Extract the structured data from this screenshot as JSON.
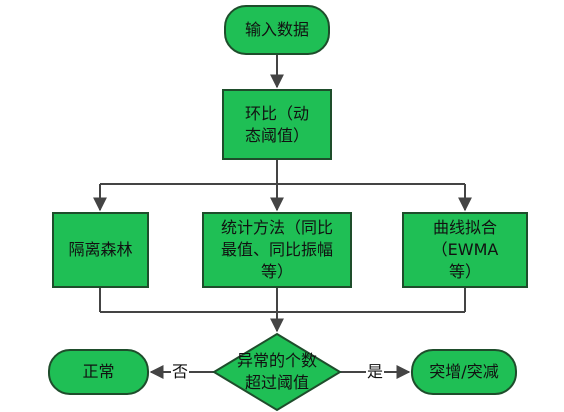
{
  "nodes": {
    "input": "输入数据",
    "ring_ratio": "环比（动\n态阈值）",
    "isolation_forest": "隔离森林",
    "statistics": "统计方法（同比\n最值、同比振幅\n等）",
    "curve_fit": "曲线拟合\n（EWMA\n等）",
    "decision": "异常的个数\n超过阈值",
    "normal": "正常",
    "surge": "突增/突减"
  },
  "edges": {
    "no_label": "否",
    "yes_label": "是"
  },
  "colors": {
    "node_fill": "#1fbf55",
    "node_stroke": "#1e4d2b",
    "connector": "#444444"
  }
}
